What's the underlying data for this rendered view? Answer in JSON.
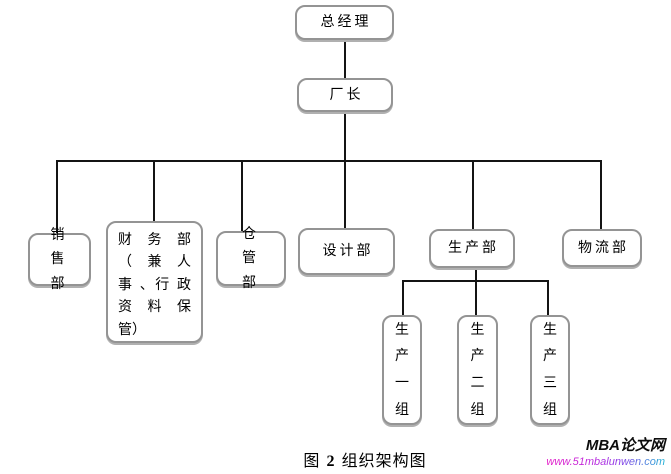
{
  "figure_caption": {
    "prefix": "图",
    "number": "2",
    "text": "组织架构图"
  },
  "watermark": {
    "brand": "MBA论文网",
    "url": "www.51mbalunwen.com"
  },
  "colors": {
    "connector": "#141414",
    "node_border": "#949494",
    "node_shadow": "#b0b0b0",
    "brand_text": "#0d0d0d",
    "url_gradient_start": "#e61ec8",
    "url_gradient_mid": "#8a3ce8",
    "url_gradient_end": "#22b4d6"
  },
  "org_chart": {
    "type": "org-tree",
    "nodes": {
      "general_manager": {
        "label": "总经理",
        "level": 1,
        "reports_to": null
      },
      "factory_director": {
        "label": "厂长",
        "level": 2,
        "reports_to": "总经理"
      },
      "sales": {
        "label": "销售部",
        "level": 3,
        "reports_to": "厂长"
      },
      "finance": {
        "label": "财务部（兼人事、行政资料保管）",
        "level": 3,
        "reports_to": "厂长",
        "lines": [
          "财 务 部",
          "（ 兼 人",
          "事 、行 政",
          "资 料 保",
          "管）"
        ]
      },
      "warehouse": {
        "label": "仓管部",
        "level": 3,
        "reports_to": "厂长"
      },
      "design": {
        "label": "设计部",
        "level": 3,
        "reports_to": "厂长"
      },
      "production": {
        "label": "生产部",
        "level": 3,
        "reports_to": "厂长"
      },
      "logistics": {
        "label": "物流部",
        "level": 3,
        "reports_to": "厂长"
      },
      "production_group_1": {
        "label": "生产一组",
        "level": 4,
        "reports_to": "生产部"
      },
      "production_group_2": {
        "label": "生产二组",
        "level": 4,
        "reports_to": "生产部"
      },
      "production_group_3": {
        "label": "生产三组",
        "level": 4,
        "reports_to": "生产部"
      }
    }
  }
}
